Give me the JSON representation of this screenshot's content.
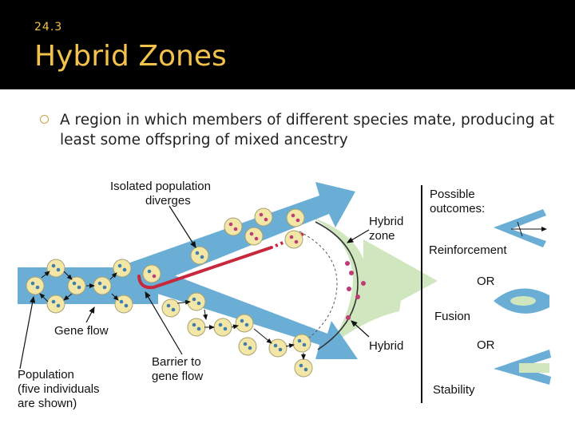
{
  "slide": {
    "section_number": "24.3",
    "title": "Hybrid Zones",
    "bullet": "A region in which members of different species mate, producing at least some offspring of mixed ancestry"
  },
  "diagram": {
    "label_isolated_line1": "Isolated population",
    "label_isolated_line2": "diverges",
    "label_hybrid_zone_line1": "Hybrid",
    "label_hybrid_zone_line2": "zone",
    "label_gene_flow": "Gene flow",
    "label_barrier_line1": "Barrier to",
    "label_barrier_line2": "gene flow",
    "label_population_line1": "Population",
    "label_population_line2": "(five individuals",
    "label_population_line3": "are shown)",
    "label_hybrid": "Hybrid",
    "outcomes_title_line1": "Possible",
    "outcomes_title_line2": "outcomes:",
    "outcome_reinforcement": "Reinforcement",
    "or_1": "OR",
    "outcome_fusion": "Fusion",
    "or_2": "OR",
    "outcome_stability": "Stability"
  },
  "colors": {
    "title_gold": "#f2c24c",
    "arrow_blue": "#6aaed6",
    "hybrid_green": "#cfe6bf",
    "barrier_red": "#c8283c",
    "population_yellow": "#f2e7a6",
    "dot_blue": "#3f7fb0",
    "dot_pink": "#c03a78"
  }
}
